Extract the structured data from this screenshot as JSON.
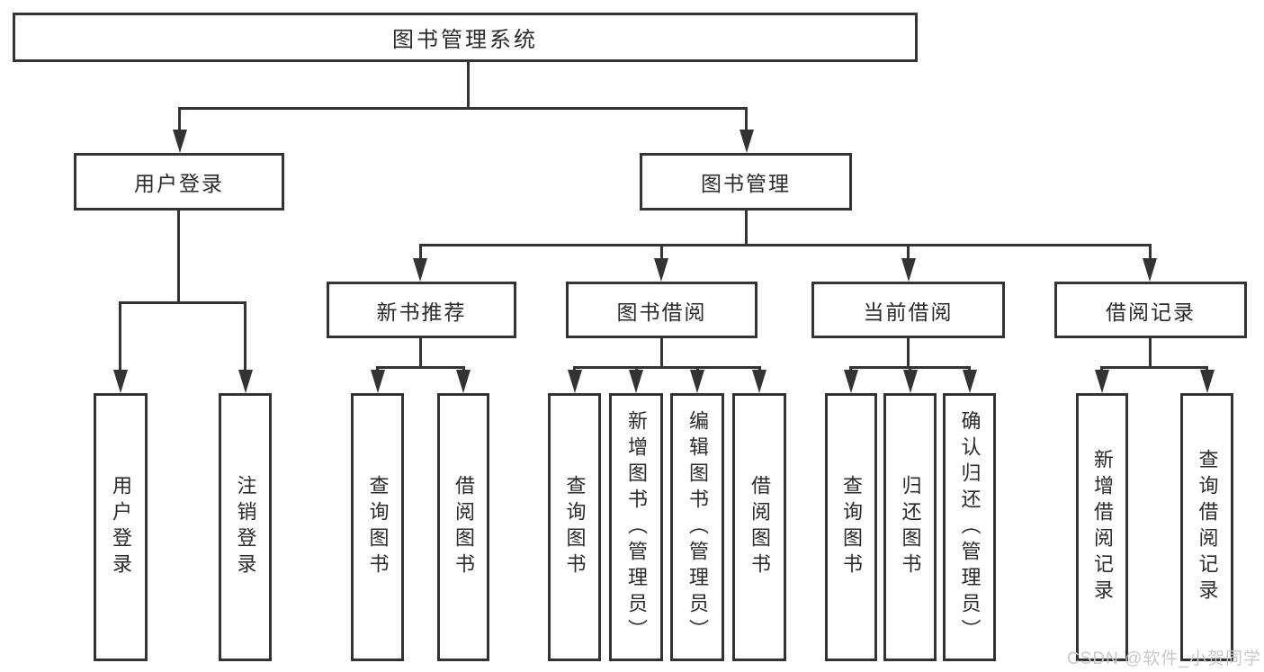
{
  "colors": {
    "line": "#333333",
    "text": "#2b2b2b",
    "background": "#ffffff",
    "watermark": "#c8c8c8"
  },
  "watermark": {
    "text": "CSDN @软件_小贺同学"
  },
  "tree": {
    "root": {
      "label": "图书管理系统"
    },
    "branches": [
      {
        "label": "用户登录",
        "children": [
          {
            "label": "用户登录"
          },
          {
            "label": "注销登录"
          }
        ]
      },
      {
        "label": "图书管理",
        "children": [
          {
            "label": "新书推荐",
            "children": [
              {
                "label": "查询图书"
              },
              {
                "label": "借阅图书"
              }
            ]
          },
          {
            "label": "图书借阅",
            "children": [
              {
                "label": "查询图书"
              },
              {
                "label": "新增图书（管理员）"
              },
              {
                "label": "编辑图书（管理员）"
              },
              {
                "label": "借阅图书"
              }
            ]
          },
          {
            "label": "当前借阅",
            "children": [
              {
                "label": "查询图书"
              },
              {
                "label": "归还图书"
              },
              {
                "label": "确认归还（管理员）"
              }
            ]
          },
          {
            "label": "借阅记录",
            "children": [
              {
                "label": "新增借阅记录"
              },
              {
                "label": "查询借阅记录"
              }
            ]
          }
        ]
      }
    ]
  }
}
